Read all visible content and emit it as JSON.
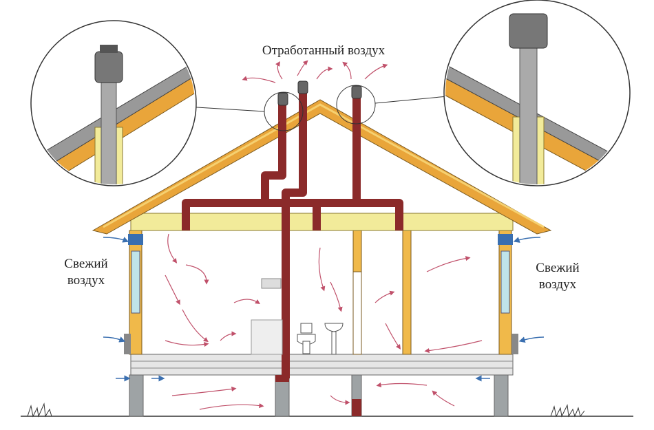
{
  "labels": {
    "exhaust_air": "Отработанный воздух",
    "fresh_air_left": [
      "Свежий",
      "воздух"
    ],
    "fresh_air_right": [
      "Свежий",
      "воздух"
    ]
  },
  "colors": {
    "duct": "#8b2a2a",
    "roof": "#e9a53a",
    "beam": "#f2eb9a",
    "wall": "#f0b94a",
    "window": "#bfe3ea",
    "arrow": "#c0506a",
    "fresh_arrow": "#3a6fb0",
    "post": "#9ea3a5"
  }
}
